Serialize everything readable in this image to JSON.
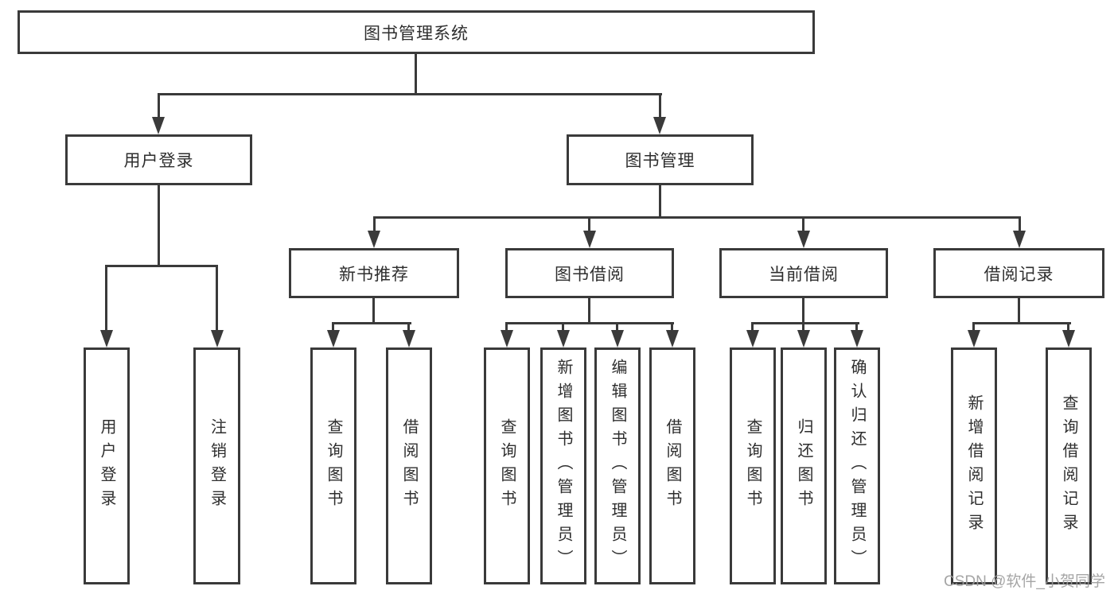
{
  "diagram": {
    "root": {
      "label": "图书管理系统"
    },
    "login": {
      "label": "用户登录",
      "children": [
        {
          "label": "用户登录"
        },
        {
          "label": "注销登录"
        }
      ]
    },
    "management": {
      "label": "图书管理"
    },
    "groups": [
      {
        "label": "新书推荐",
        "children": [
          {
            "label": "查询图书"
          },
          {
            "label": "借阅图书"
          }
        ]
      },
      {
        "label": "图书借阅",
        "children": [
          {
            "label": "查询图书"
          },
          {
            "label": "新增图书（管理员）"
          },
          {
            "label": "编辑图书（管理员）"
          },
          {
            "label": "借阅图书"
          }
        ]
      },
      {
        "label": "当前借阅",
        "children": [
          {
            "label": "查询图书"
          },
          {
            "label": "归还图书"
          },
          {
            "label": "确认归还（管理员）"
          }
        ]
      },
      {
        "label": "借阅记录",
        "children": [
          {
            "label": "新增借阅记录"
          },
          {
            "label": "查询借阅记录"
          }
        ]
      }
    ],
    "watermark": "CSDN @软件_小贺同学",
    "colors": {
      "line": "#3a3a3a",
      "text": "#2e2e2e",
      "watermark": "#9c9c9c",
      "background": "#ffffff"
    }
  }
}
